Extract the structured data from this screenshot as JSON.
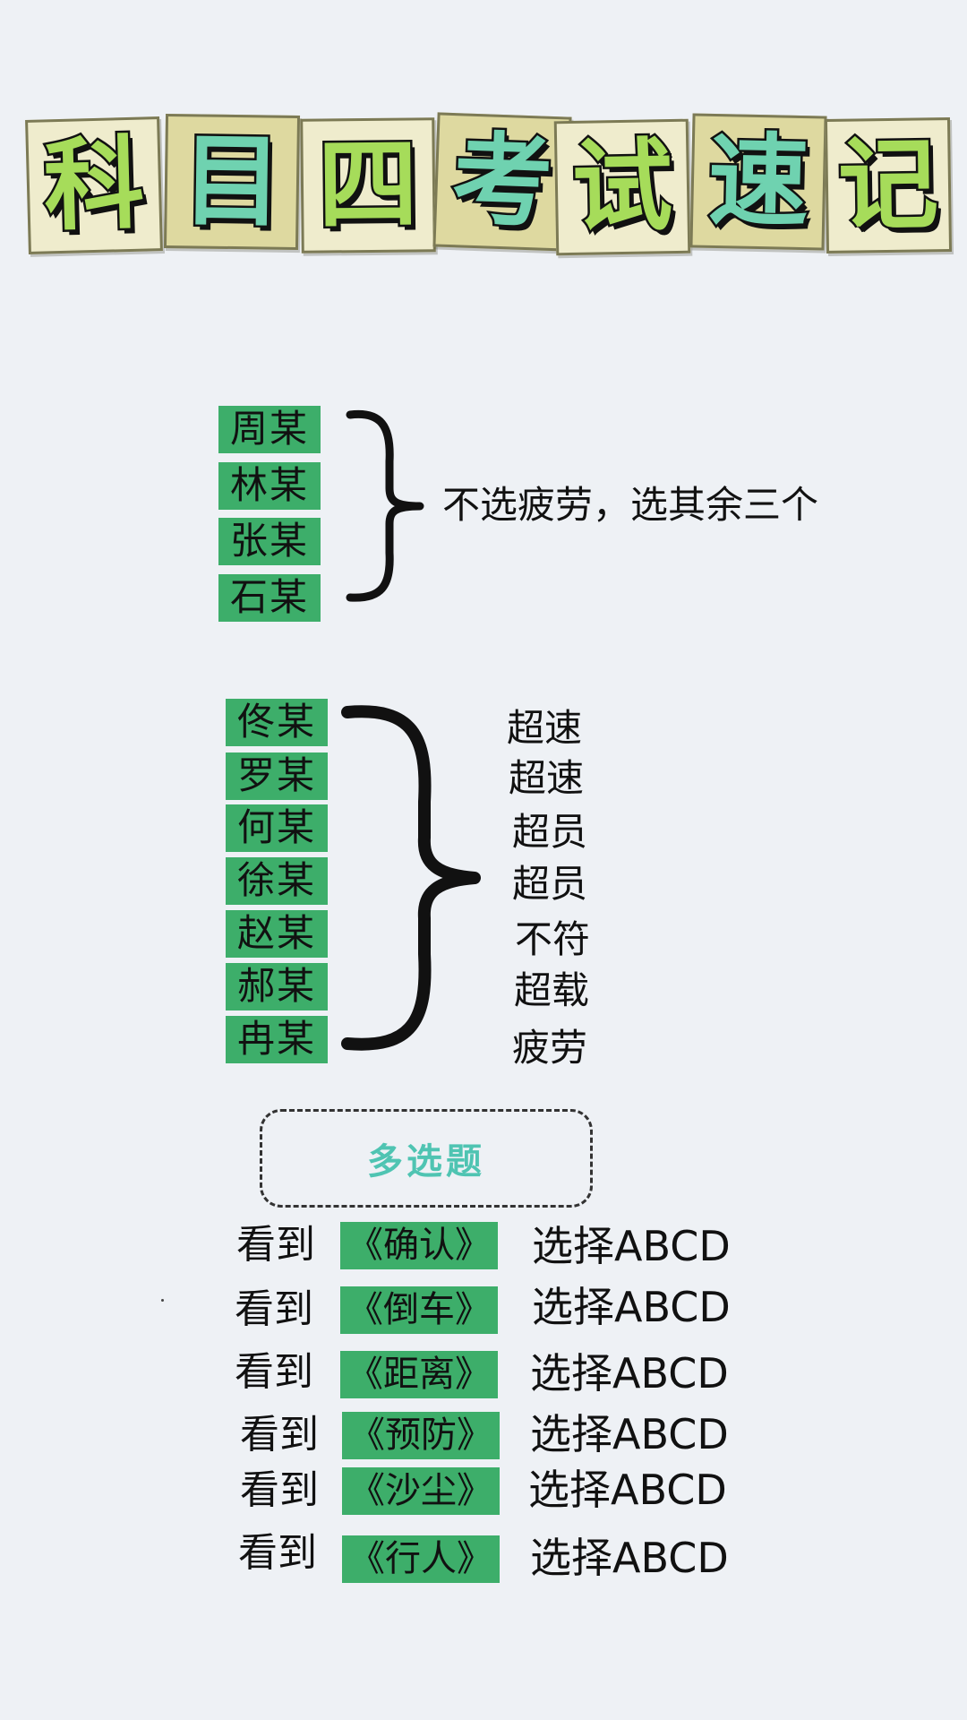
{
  "title": {
    "chars": [
      "科",
      "目",
      "四",
      "考",
      "试",
      "速",
      "记"
    ]
  },
  "group1": {
    "names": [
      "周某",
      "林某",
      "张某",
      "石某"
    ],
    "note": "不选疲劳，选其余三个"
  },
  "group2": {
    "names": [
      "佟某",
      "罗某",
      "何某",
      "徐某",
      "赵某",
      "郝某",
      "冉某"
    ],
    "answers": [
      "超速",
      "超速",
      "超员",
      "超员",
      "不符",
      "超载",
      "疲劳"
    ]
  },
  "multi": {
    "heading": "多选题",
    "rows": [
      {
        "see": "看到",
        "keyword": "《确认》",
        "choice": "选择ABCD"
      },
      {
        "see": "看到",
        "keyword": "《倒车》",
        "choice": "选择ABCD"
      },
      {
        "see": "看到",
        "keyword": "《距离》",
        "choice": "选择ABCD"
      },
      {
        "see": "看到",
        "keyword": "《预防》",
        "choice": "选择ABCD"
      },
      {
        "see": "看到",
        "keyword": "《沙尘》",
        "choice": "选择ABCD"
      },
      {
        "see": "看到",
        "keyword": "《行人》",
        "choice": "选择ABCD"
      }
    ]
  },
  "colors": {
    "tag_green": "#3dae6a",
    "tile_tan": "#ded9a0",
    "heading_teal": "#4fc4b2"
  }
}
